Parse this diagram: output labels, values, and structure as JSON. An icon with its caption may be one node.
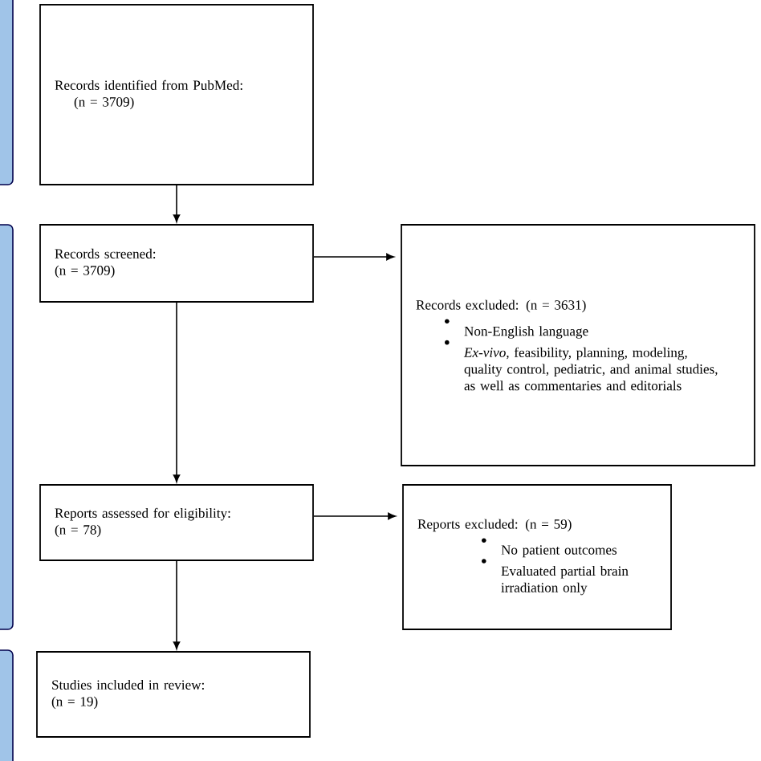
{
  "diagram": {
    "nodes": [
      {
        "text": [
          "Records identified from PubMed:",
          "(n = 3709)"
        ]
      },
      {
        "text": [
          "Records screened:",
          "(n = 3709)"
        ]
      },
      {
        "text": [
          "Records excluded: (n = 3631)",
          "Non-English language",
          "*Ex-vivo*, feasibility, planning, modeling, quality control, pediatric, and animal studies, as well as commentaries and editorials"
        ]
      },
      {
        "text": [
          "Reports assessed for eligibility:",
          "(n = 78)"
        ]
      },
      {
        "text": [
          "Reports excluded: (n = 59)",
          "No patient outcomes",
          "Evaluated partial brain irradiation only"
        ]
      },
      {
        "text": [
          "Studies included in review:",
          "(n = 19)"
        ]
      }
    ],
    "edges": [
      {
        "from": 0,
        "to": 1,
        "arrow": "to"
      },
      {
        "from": 1,
        "to": 2,
        "arrow": "to"
      },
      {
        "from": 1,
        "to": 3,
        "arrow": "to"
      },
      {
        "from": 3,
        "to": 4,
        "arrow": "to"
      },
      {
        "from": 3,
        "to": 5,
        "arrow": "to"
      }
    ]
  }
}
